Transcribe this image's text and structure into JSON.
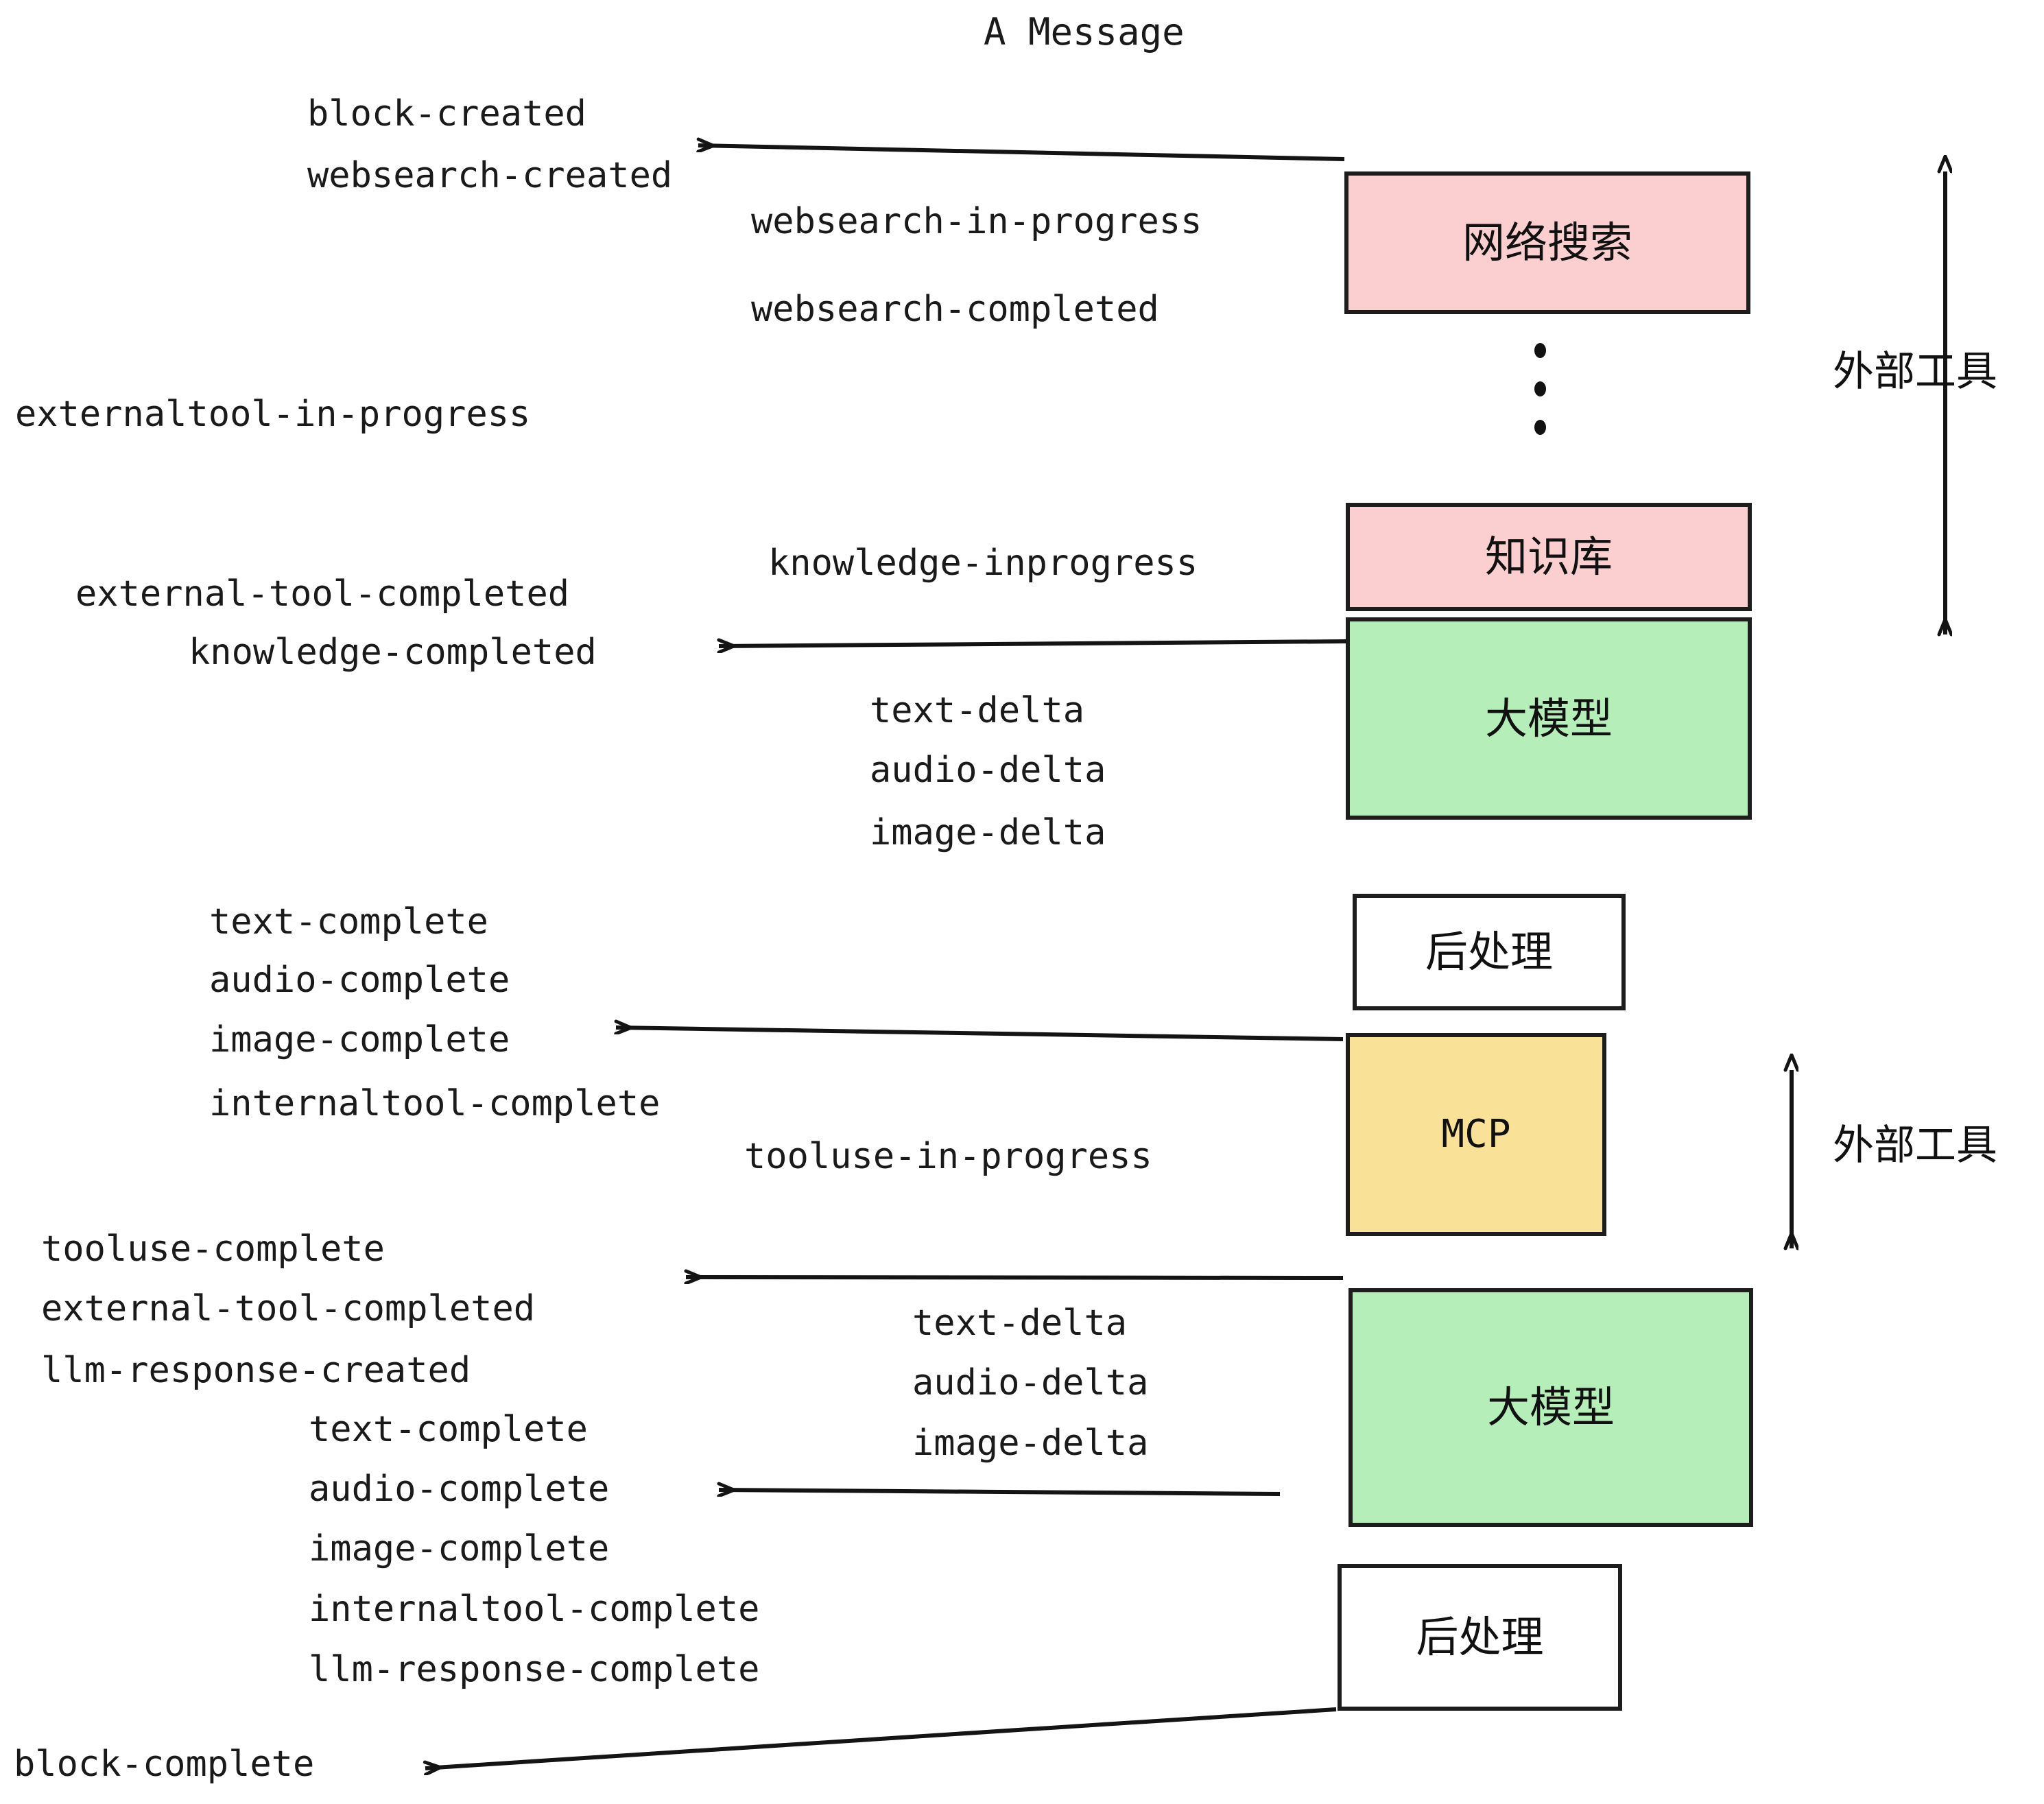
{
  "title": "A Message",
  "colors": {
    "pink": "#fbcfcf",
    "green": "#b6eeba",
    "yellow": "#fae198",
    "white": "#ffffff",
    "stroke": "#1d1d1d",
    "text": "#1a1a1a"
  },
  "events": {
    "block_created": "block-created",
    "websearch_created": "websearch-created",
    "websearch_in_progress": "websearch-in-progress",
    "websearch_completed": "websearch-completed",
    "externaltool_in_progress": "externaltool-in-progress",
    "knowledge_inprogress": "knowledge-inprogress",
    "external_tool_completed_1": "external-tool-completed",
    "knowledge_completed": "knowledge-completed",
    "text_delta_1": "text-delta",
    "audio_delta_1": "audio-delta",
    "image_delta_1": "image-delta",
    "text_complete_1": "text-complete",
    "audio_complete_1": "audio-complete",
    "image_complete_1": "image-complete",
    "internaltool_complete_1": "internaltool-complete",
    "tooluse_in_progress": "tooluse-in-progress",
    "tooluse_complete": "tooluse-complete",
    "external_tool_completed_2": "external-tool-completed",
    "llm_response_created": "llm-response-created",
    "text_delta_2": "text-delta",
    "audio_delta_2": "audio-delta",
    "image_delta_2": "image-delta",
    "text_complete_2": "text-complete",
    "audio_complete_2": "audio-complete",
    "image_complete_2": "image-complete",
    "internaltool_complete_2": "internaltool-complete",
    "llm_response_complete": "llm-response-complete",
    "block_complete": "block-complete"
  },
  "nodes": {
    "websearch": "网络搜索",
    "knowledge": "知识库",
    "llm_top": "大模型",
    "postprocess_top": "后处理",
    "mcp": "MCP",
    "llm_bottom": "大模型",
    "postprocess_bottom": "后处理"
  },
  "side_labels": {
    "external_tools_top": "外部工具",
    "external_tools_bottom": "外部工具"
  }
}
